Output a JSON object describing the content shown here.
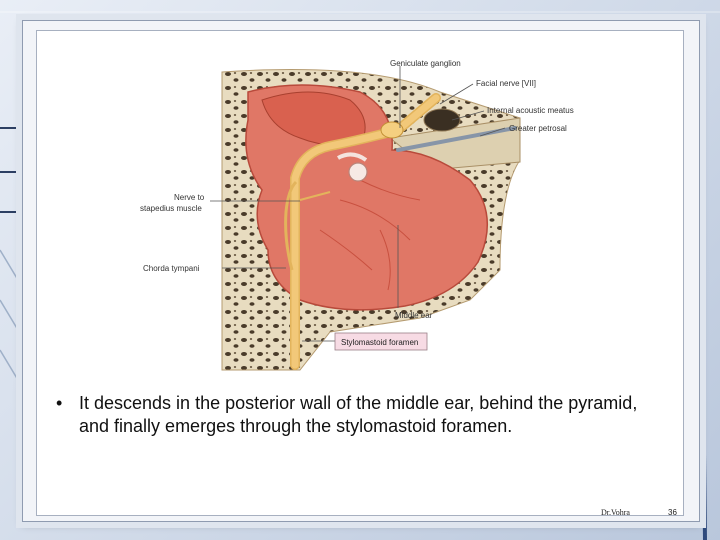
{
  "figure": {
    "labels": {
      "geniculate_ganglion": "Geniculate ganglion",
      "facial_nerve": "Facial nerve [VII]",
      "internal_acoustic_meatus": "Internal acoustic meatus",
      "greater_petrosal": "Greater petrosal",
      "nerve_to_stapedius_line1": "Nerve to",
      "nerve_to_stapedius_line2": "stapedius muscle",
      "chorda_tympani": "Chorda tympani",
      "middle_ear": "Middle ear",
      "stylomastoid_foramen": "Stylomastoid foramen"
    },
    "colors": {
      "bone": "#e8dcc0",
      "bone_pores": "#4a3b2a",
      "tissue": "#e07766",
      "tissue_dark": "#c8503f",
      "nerve": "#f2c879",
      "label_box": "#f7dbe4"
    }
  },
  "slide": {
    "bullet_symbol": "•",
    "bullet_text": "It descends in the posterior wall of the middle ear, behind the pyramid, and finally emerges through the stylomastoid foramen.",
    "author": "Dr.Vohra",
    "page_number": "36"
  }
}
